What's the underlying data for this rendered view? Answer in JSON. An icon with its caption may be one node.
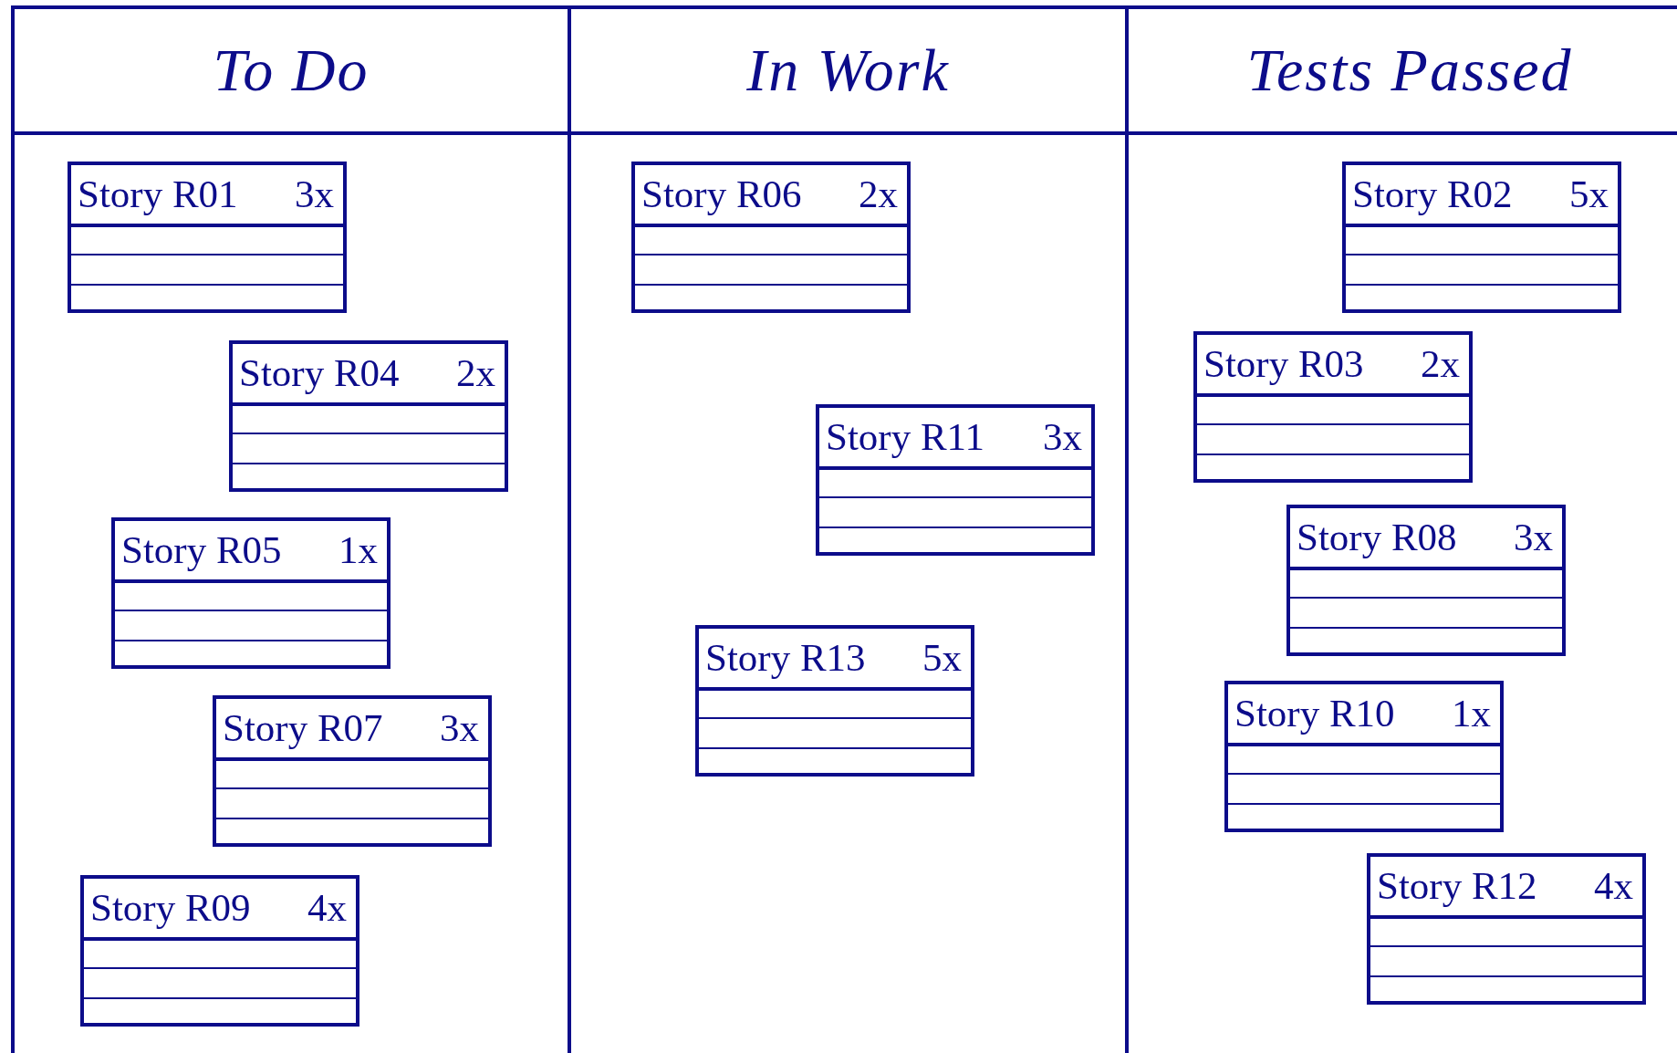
{
  "diagram": {
    "nodes": [
      {
        "text": [
          "To Do"
        ]
      },
      {
        "text": [
          "Story R01",
          "3x"
        ],
        "in": 0
      },
      {
        "text": [
          "Story R04",
          "2x"
        ],
        "in": 0
      },
      {
        "text": [
          "Story R05",
          "1x"
        ],
        "in": 0
      },
      {
        "text": [
          "Story R07",
          "3x"
        ],
        "in": 0
      },
      {
        "text": [
          "Story R09",
          "4x"
        ],
        "in": 0
      },
      {
        "text": [
          "In Work"
        ]
      },
      {
        "text": [
          "Story R06",
          "2x"
        ],
        "in": 6
      },
      {
        "text": [
          "Story R11",
          "3x"
        ],
        "in": 6
      },
      {
        "text": [
          "Story R13",
          "5x"
        ],
        "in": 6
      },
      {
        "text": [
          "Tests Passed"
        ]
      },
      {
        "text": [
          "Story R02",
          "5x"
        ],
        "in": 10
      },
      {
        "text": [
          "Story R03",
          "2x"
        ],
        "in": 10
      },
      {
        "text": [
          "Story R08",
          "3x"
        ],
        "in": 10
      },
      {
        "text": [
          "Story R10",
          "1x"
        ],
        "in": 10
      },
      {
        "text": [
          "Story R12",
          "4x"
        ],
        "in": 10
      }
    ]
  }
}
